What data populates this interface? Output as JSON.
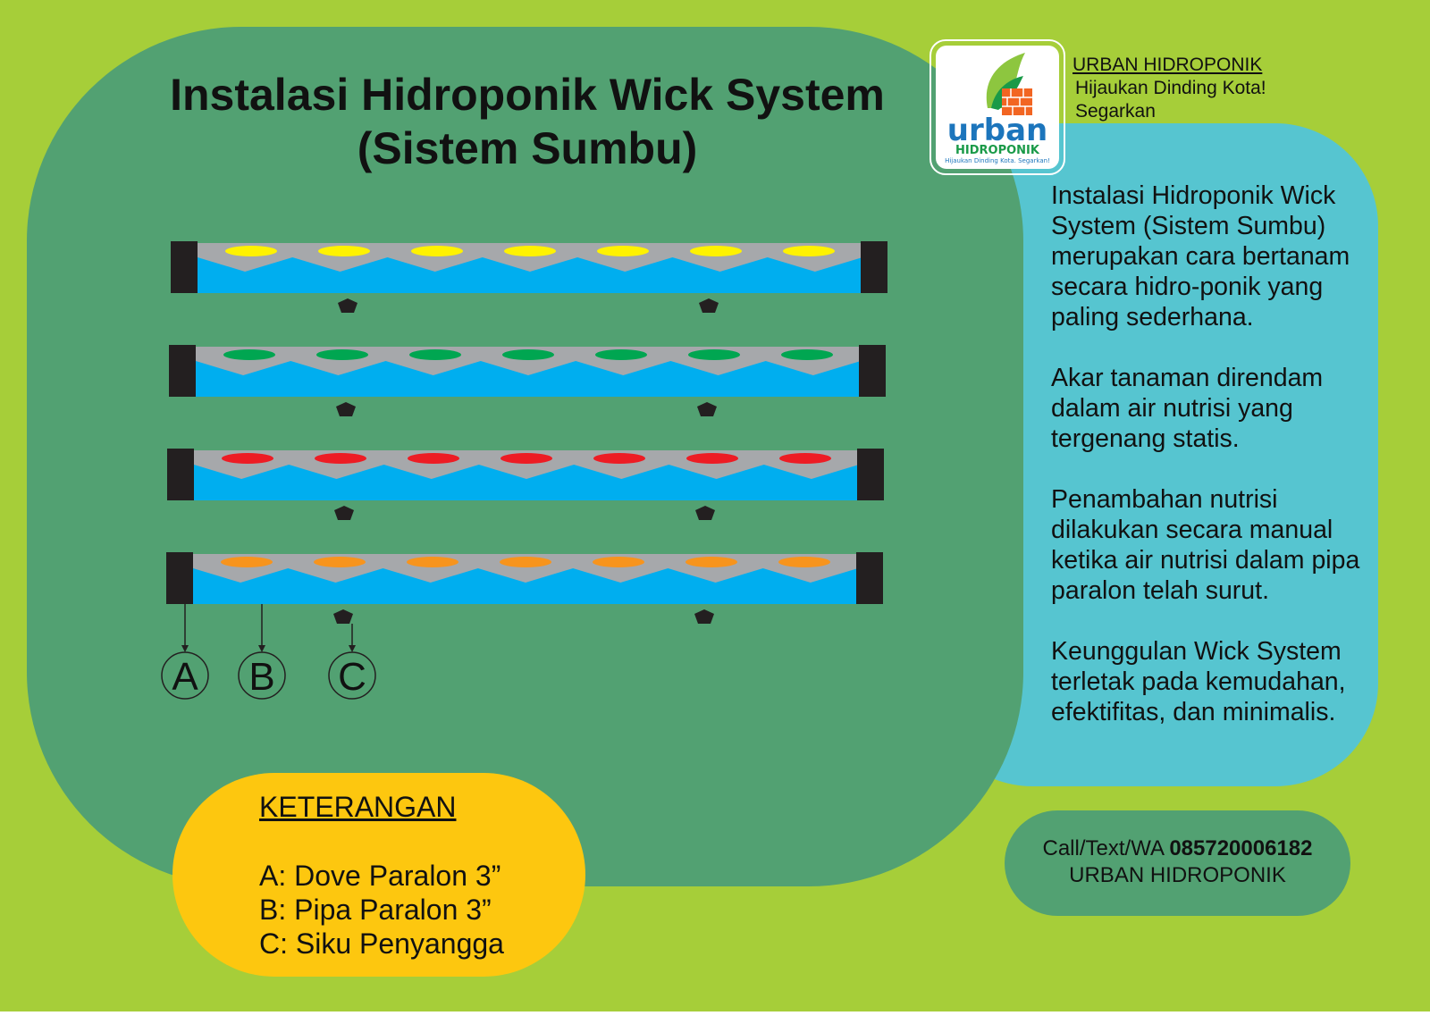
{
  "title": {
    "line1": "Instalasi Hidroponik Wick System",
    "line2": "(Sistem Sumbu)"
  },
  "logo": {
    "word": "urban",
    "sub": "HIDROPONIK",
    "tagline": "Hijaukan Dinding Kota. Segarkan!"
  },
  "brand": {
    "name": "URBAN HIDROPONIK",
    "tag1": "Hijaukan Dinding Kota!",
    "tag2": "Segarkan"
  },
  "description": {
    "p1": "Instalasi Hidroponik Wick System (Sistem Sumbu) merupakan cara bertanam secara hidro-ponik yang paling sederhana.",
    "p2": "Akar tanaman direndam dalam air nutrisi yang tergenang statis.",
    "p3": "Penambahan nutrisi dilakukan secara manual ketika air nutrisi dalam pipa paralon telah surut.",
    "p4": "Keunggulan Wick System terletak pada kemudahan, efektifitas, dan minimalis."
  },
  "diagram": {
    "pipe_colors": [
      "#fff200",
      "#00a651",
      "#ed1c24",
      "#f7941d"
    ],
    "pot_count": 7,
    "labels": [
      "A",
      "B",
      "C"
    ]
  },
  "legend": {
    "title": "KETERANGAN",
    "items": [
      "A: Dove Paralon 3”",
      "B: Pipa Paralon 3”",
      "C: Siku Penyangga"
    ]
  },
  "contact": {
    "prefix": "Call/Text/WA ",
    "phone": "085720006182",
    "name": "URBAN HIDROPONIK"
  }
}
